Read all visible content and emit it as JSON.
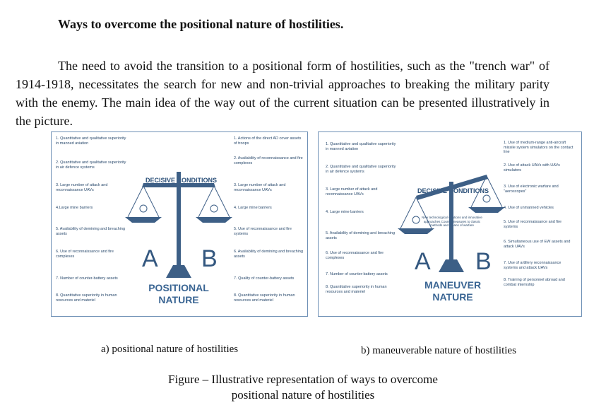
{
  "heading": "Ways to overcome the positional nature of hostilities.",
  "paragraph": "The need to avoid the transition to a positional form of hostilities, such as the \"trench war\" of 1914-1918, necessitates the search for new and non-trivial approaches to breaking the military parity with the enemy. The main idea of the way out of the current situation can be presented illustratively in the picture.",
  "figure_a": {
    "left_items": [
      "1. Quantitative and qualitative superiority in manned aviation",
      "2. Quantitative and qualitative superiority in air defence systems",
      "3. Large number of attack and reconnaissance UAVs",
      "4.Large mine barriers",
      "5. Availability of demining and breaching assets",
      "6. Use of reconnaissance and fire complexes",
      "7. Number of counter-battery assets",
      "8. Quantitative superiority in human resources and materiel"
    ],
    "right_items": [
      "1. Actions of the direct AD cover assets of troops",
      "2. Availability of reconnaissance and fire complexes",
      "3. Large number of attack and reconnaissance UAVs",
      "4. Large mine barriers",
      "5. Use of reconnaissance and fire systems",
      "6. Availability of demining and breaching assets",
      "7. Quality of counter-battery assets",
      "8. Quantitative superiority in human resources and materiel"
    ],
    "conditions": "DECISIVE CONDITIONS",
    "letter_a": "A",
    "letter_b": "B",
    "nature_line1": "POSITIONAL",
    "nature_line2": "NATURE"
  },
  "figure_b": {
    "left_items": [
      "1. Quantitative and qualitative superiority in manned aviation",
      "2. Quantitative and qualitative superiority in air defence systems",
      "3. Large number of attack and reconnaissance UAVs",
      "4. Large mine barriers",
      "5. Availability of demining and breaching assets",
      "6. Use of reconnaissance and fire complexes",
      "7. Number of counter-battery assets",
      "8. Quantitative superiority in human resources and materiel"
    ],
    "right_items": [
      "1. Use of medium-range anti-aircraft missile system simulators on the contact line",
      "2. Use of attack UAVs with UAVs simulators",
      "3. Use of electronic warfare and \"aeroscopes\"",
      "4. Use of unmanned vehicles",
      "5. Use of reconnaissance and fire systems",
      "6. Simultaneous use of EW assets and attack UAVs",
      "7. Use of artillery reconnaissance systems and attack UAVs",
      "8. Training of personnel abroad and combat internship"
    ],
    "conditions": "DECISIVE CONDITIONS",
    "center_note": "New technological solutions and innovative approaches Countermeasures to classic methods and means of warfare",
    "letter_a": "A",
    "letter_b": "B",
    "nature_line1": "MANEUVER",
    "nature_line2": "NATURE"
  },
  "caption_a": "a) positional nature of hostilities",
  "caption_b": "b) maneuverable nature of hostilities",
  "figure_caption_line1": "Figure – Illustrative representation of ways to overcome",
  "figure_caption_line2": "positional nature of hostilities",
  "colors": {
    "panel_border": "#6d8fb5",
    "scale_fill": "#3d5f86",
    "text_blue": "#2a4a6d"
  }
}
